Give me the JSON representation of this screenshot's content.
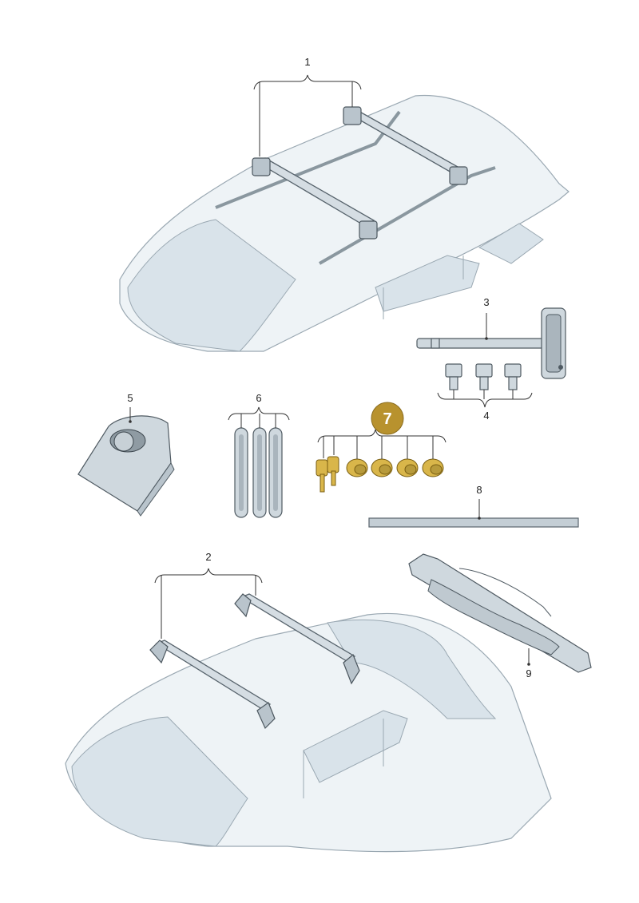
{
  "callouts": [
    {
      "id": "1",
      "label": "1"
    },
    {
      "id": "2",
      "label": "2"
    },
    {
      "id": "3",
      "label": "3"
    },
    {
      "id": "4",
      "label": "4"
    },
    {
      "id": "5",
      "label": "5"
    },
    {
      "id": "6",
      "label": "6"
    },
    {
      "id": "7",
      "label": "7"
    },
    {
      "id": "8",
      "label": "8"
    },
    {
      "id": "9",
      "label": "9"
    }
  ],
  "colors": {
    "badge": "#b8922e",
    "line": "#333333",
    "car_body": "#eef3f6",
    "key_gold": "#d9b64a"
  }
}
